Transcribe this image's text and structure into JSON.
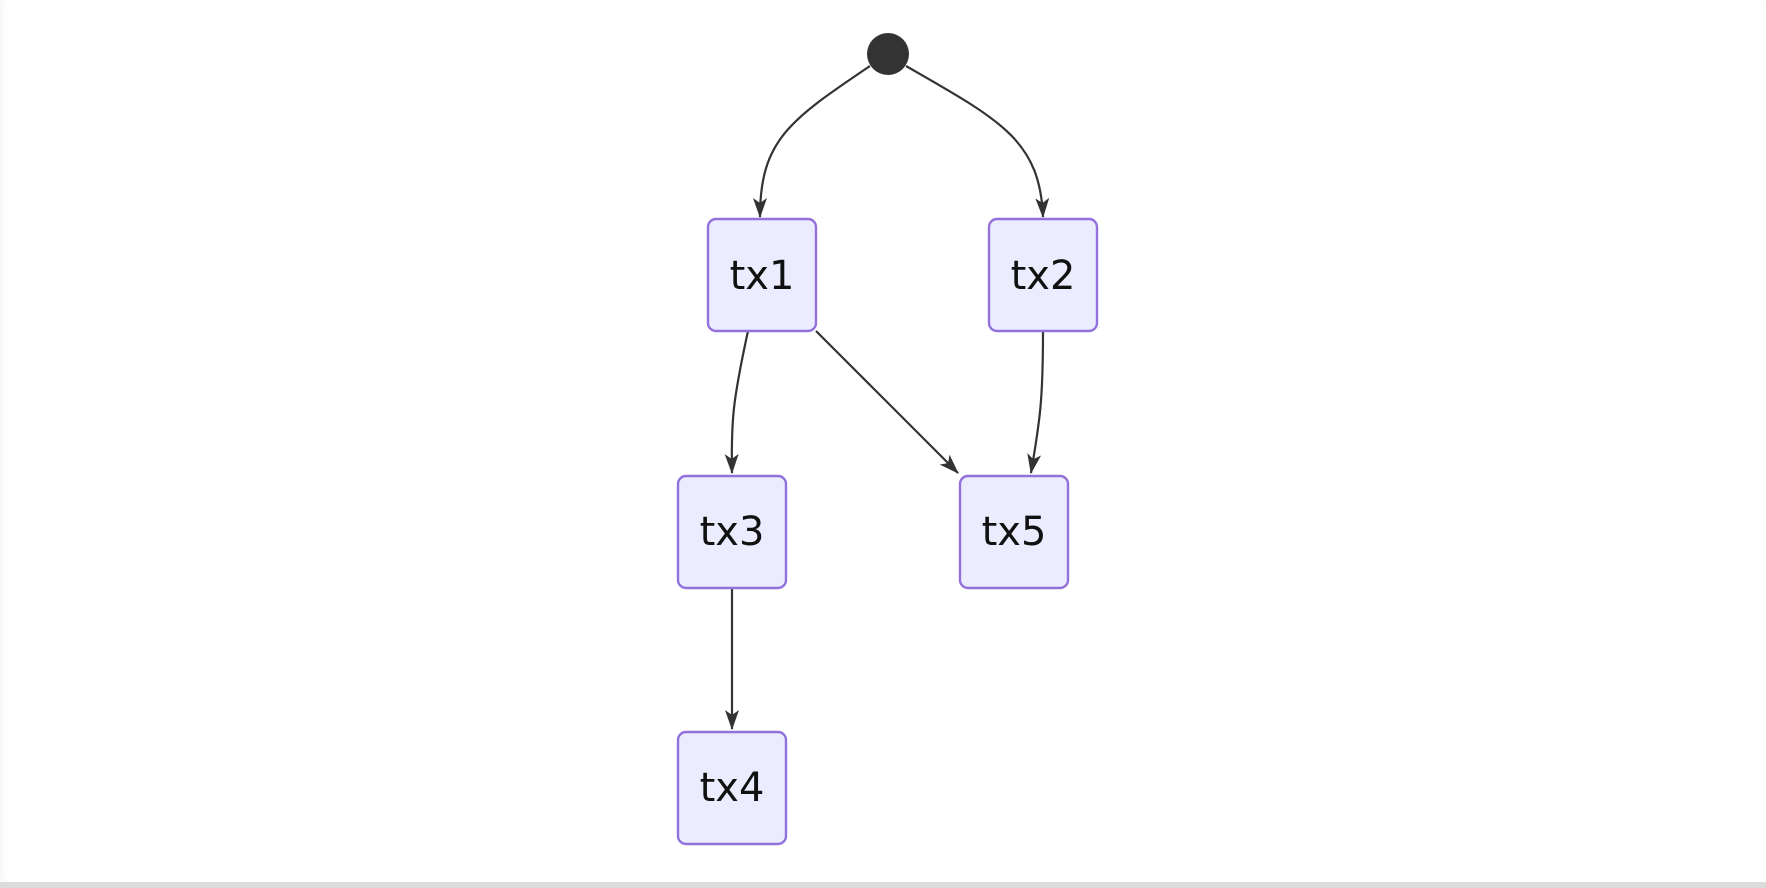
{
  "diagram": {
    "type": "state-diagram",
    "colors": {
      "node_fill": "#ececff",
      "node_border": "#9370db",
      "edge": "#333333",
      "start": "#333333",
      "text": "#111111"
    },
    "nodes": [
      {
        "id": "start",
        "kind": "start"
      },
      {
        "id": "tx1",
        "label": "tx1"
      },
      {
        "id": "tx2",
        "label": "tx2"
      },
      {
        "id": "tx3",
        "label": "tx3"
      },
      {
        "id": "tx4",
        "label": "tx4"
      },
      {
        "id": "tx5",
        "label": "tx5"
      }
    ],
    "edges": [
      {
        "from": "start",
        "to": "tx1"
      },
      {
        "from": "start",
        "to": "tx2"
      },
      {
        "from": "tx1",
        "to": "tx3"
      },
      {
        "from": "tx1",
        "to": "tx5"
      },
      {
        "from": "tx2",
        "to": "tx5"
      },
      {
        "from": "tx3",
        "to": "tx4"
      }
    ]
  }
}
